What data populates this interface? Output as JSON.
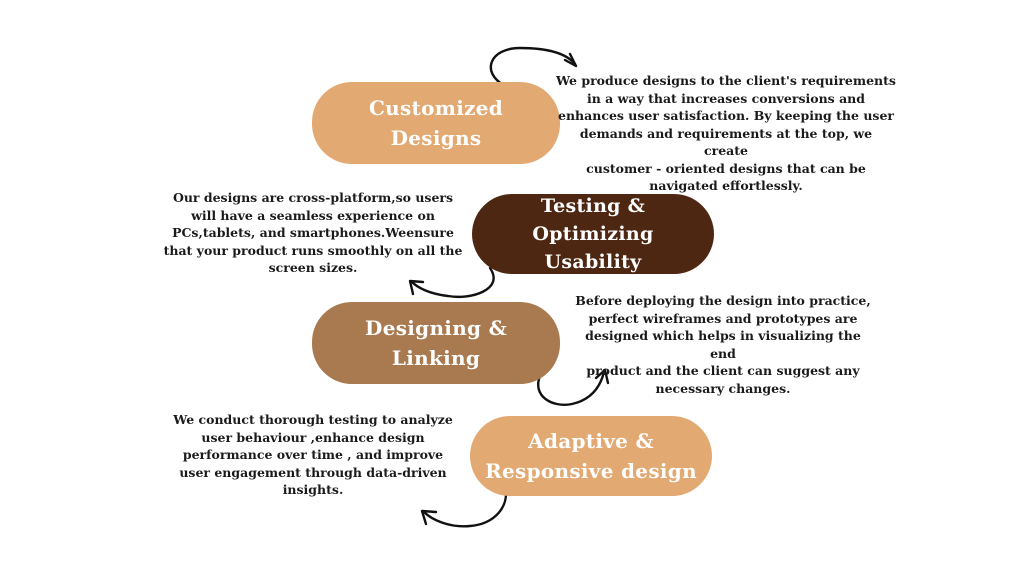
{
  "steps": [
    {
      "title": "Customized\nDesigns",
      "description": "We produce designs to the client's requirements\nin a way that increases conversions and\nenhances user satisfaction. By keeping the user\ndemands and  requirements at the top, we create\ncustomer - oriented designs that can be\nnavigated effortlessly.",
      "color": "#e3a972"
    },
    {
      "title": "Testing &\nOptimizing\nUsability",
      "description": "Our designs are cross-platform,so users\nwill have a seamless experience on\nPCs,tablets, and smartphones.Weensure\nthat your product runs smoothly on all the\nscreen sizes.",
      "color": "#4d2712"
    },
    {
      "title": "Designing  &\nLinking",
      "description": "Before deploying the design into practice,\nperfect wireframes and prototypes are\ndesigned which helps in visualizing the end\nproduct and the client can suggest any\nnecessary changes.",
      "color": "#a97a50"
    },
    {
      "title": "Adaptive &\nResponsive design",
      "description": "We conduct thorough testing to analyze\nuser behaviour ,enhance design\nperformance over  time , and improve\nuser engagement through data-driven\ninsights.",
      "color": "#e3a972"
    }
  ],
  "icons": {
    "connector": "curved-arrow-icon"
  }
}
